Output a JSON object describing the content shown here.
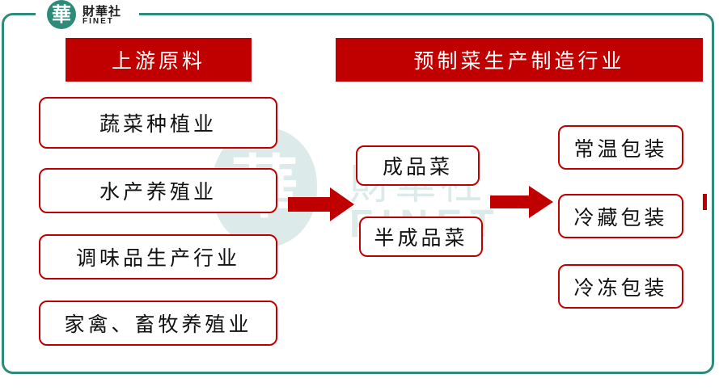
{
  "logo": {
    "glyph": "華",
    "name_cn": "財華社",
    "name_en": "FINET"
  },
  "watermark": {
    "glyph": "華",
    "name_cn": "財華社",
    "name_en": "FINET"
  },
  "upstream": {
    "header": "上游原料",
    "items": [
      "蔬菜种植业",
      "水产养殖业",
      "调味品生产行业",
      "家禽、畜牧养殖业"
    ]
  },
  "manufacturing": {
    "header": "预制菜生产制造行业",
    "products": [
      "成品菜",
      "半成品菜"
    ],
    "packaging": [
      "常温包装",
      "冷藏包装",
      "冷冻包装"
    ]
  },
  "colors": {
    "accent": "#c00000",
    "frame": "#2e8b7a"
  }
}
